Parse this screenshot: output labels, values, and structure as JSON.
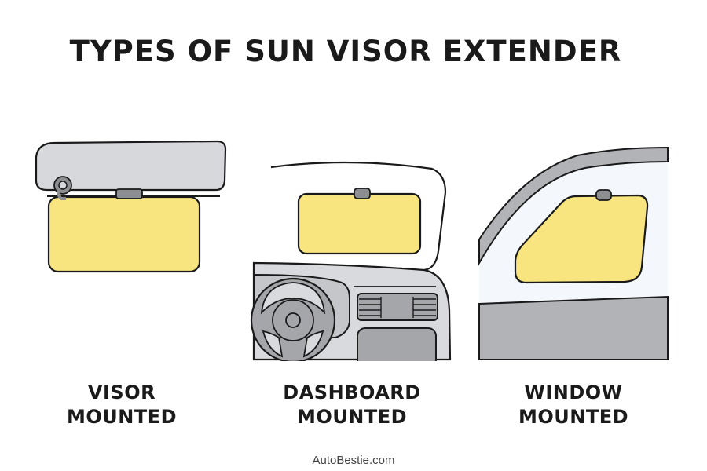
{
  "title": "TYPES OF SUN VISOR EXTENDER",
  "colors": {
    "extender_yellow": "#f9e57f",
    "visor_gray": "#d6d8dc",
    "clip_gray": "#8c8e91",
    "dash_gray": "#d9dadd",
    "dark_gray": "#a4a6aa",
    "window_glass": "#f4f7fb",
    "door_gray": "#b1b3b7",
    "outline": "#1a1a1a"
  },
  "panels": [
    {
      "id": "visor",
      "label_line1": "VISOR",
      "label_line2": "MOUNTED"
    },
    {
      "id": "dashboard",
      "label_line1": "DASHBOARD",
      "label_line2": "MOUNTED"
    },
    {
      "id": "window",
      "label_line1": "WINDOW",
      "label_line2": "MOUNTED"
    }
  ],
  "footer": "AutoBestie.com"
}
